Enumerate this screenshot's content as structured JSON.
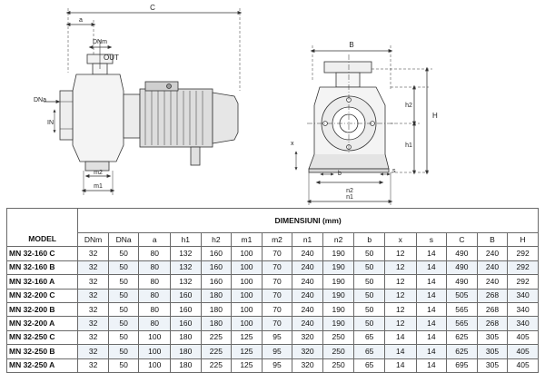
{
  "drawing": {
    "side_view_labels": {
      "C": "C",
      "a": "a",
      "dnm": "DNm",
      "out": "OUT",
      "dna": "DNa",
      "in": "IN",
      "m2": "m2",
      "m1": "m1"
    },
    "front_view_labels": {
      "B": "B",
      "h2": "h2",
      "H": "H",
      "h1": "h1",
      "x": "x",
      "b": "b",
      "s": "s",
      "n2": "n2",
      "n1": "n1"
    }
  },
  "table": {
    "group_header": "DIMENSIUNI (mm)",
    "model_header": "MODEL",
    "columns": [
      "DNm",
      "DNa",
      "a",
      "h1",
      "h2",
      "m1",
      "m2",
      "n1",
      "n2",
      "b",
      "x",
      "s",
      "C",
      "B",
      "H"
    ],
    "rows": [
      {
        "model": "MN 32-160 C",
        "values": [
          "32",
          "50",
          "80",
          "132",
          "160",
          "100",
          "70",
          "240",
          "190",
          "50",
          "12",
          "14",
          "490",
          "240",
          "292"
        ]
      },
      {
        "model": "MN 32-160 B",
        "values": [
          "32",
          "50",
          "80",
          "132",
          "160",
          "100",
          "70",
          "240",
          "190",
          "50",
          "12",
          "14",
          "490",
          "240",
          "292"
        ]
      },
      {
        "model": "MN 32-160 A",
        "values": [
          "32",
          "50",
          "80",
          "132",
          "160",
          "100",
          "70",
          "240",
          "190",
          "50",
          "12",
          "14",
          "490",
          "240",
          "292"
        ]
      },
      {
        "model": "MN 32-200 C",
        "values": [
          "32",
          "50",
          "80",
          "160",
          "180",
          "100",
          "70",
          "240",
          "190",
          "50",
          "12",
          "14",
          "505",
          "268",
          "340"
        ]
      },
      {
        "model": "MN 32-200 B",
        "values": [
          "32",
          "50",
          "80",
          "160",
          "180",
          "100",
          "70",
          "240",
          "190",
          "50",
          "12",
          "14",
          "565",
          "268",
          "340"
        ]
      },
      {
        "model": "MN 32-200 A",
        "values": [
          "32",
          "50",
          "80",
          "160",
          "180",
          "100",
          "70",
          "240",
          "190",
          "50",
          "12",
          "14",
          "565",
          "268",
          "340"
        ]
      },
      {
        "model": "MN 32-250 C",
        "values": [
          "32",
          "50",
          "100",
          "180",
          "225",
          "125",
          "95",
          "320",
          "250",
          "65",
          "14",
          "14",
          "625",
          "305",
          "405"
        ]
      },
      {
        "model": "MN 32-250 B",
        "values": [
          "32",
          "50",
          "100",
          "180",
          "225",
          "125",
          "95",
          "320",
          "250",
          "65",
          "14",
          "14",
          "625",
          "305",
          "405"
        ]
      },
      {
        "model": "MN 32-250 A",
        "values": [
          "32",
          "50",
          "100",
          "180",
          "225",
          "125",
          "95",
          "320",
          "250",
          "65",
          "14",
          "14",
          "695",
          "305",
          "405"
        ]
      }
    ]
  }
}
